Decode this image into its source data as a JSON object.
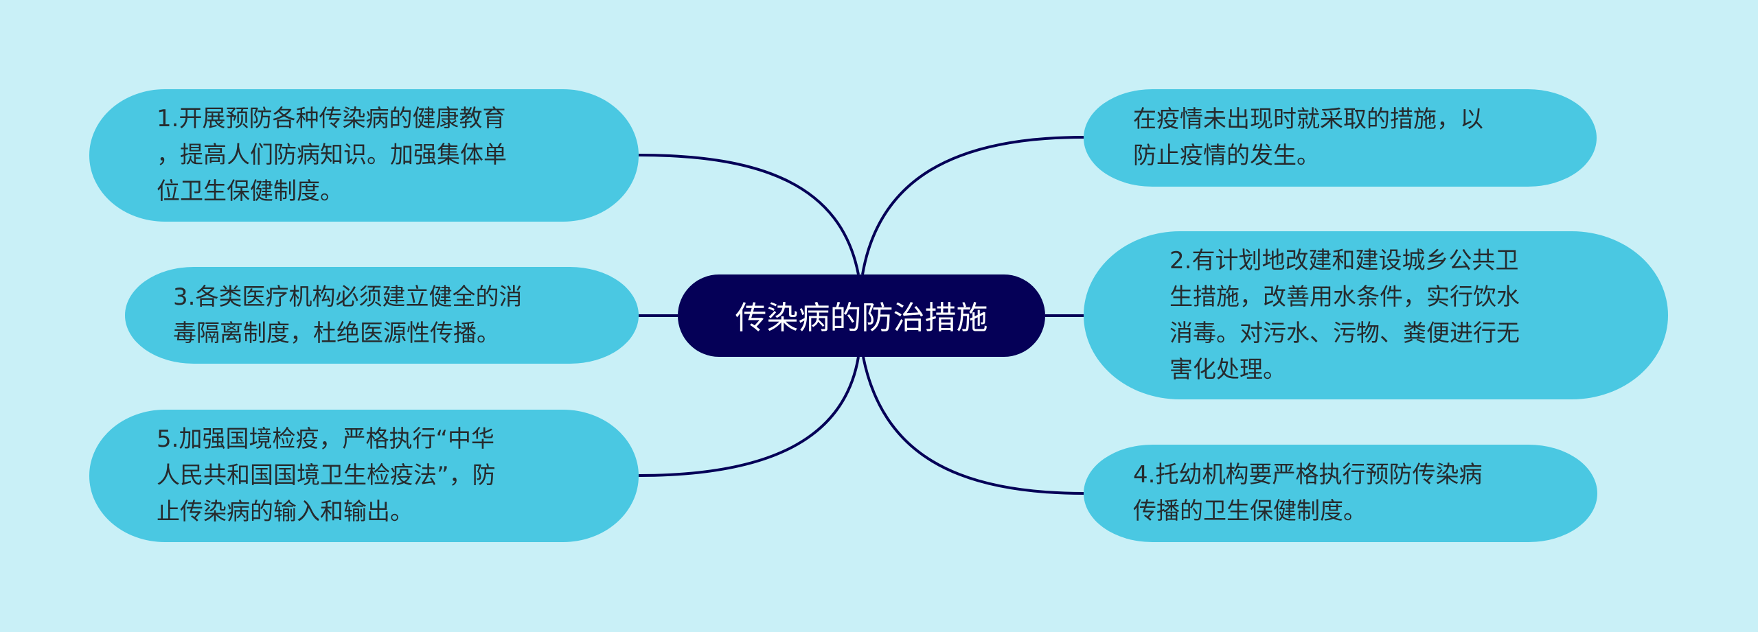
{
  "colors": {
    "background": "#C9F0F7",
    "center_fill": "#050057",
    "center_text": "#FFFFFF",
    "node_fill": "#4AC8E2",
    "node_text": "#262B2E",
    "connector": "#050057"
  },
  "mindmap": {
    "center": {
      "label": "传染病的防治措施"
    },
    "left_nodes": [
      {
        "id": "n1",
        "label": "1.开展预防各种传染病的健康教育\n，提高人们防病知识。加强集体单\n位卫生保健制度。"
      },
      {
        "id": "n3",
        "label": "3.各类医疗机构必须建立健全的消\n毒隔离制度，杜绝医源性传播。"
      },
      {
        "id": "n5",
        "label": "5.加强国境检疫，严格执行“中华\n人民共和国国境卫生检疫法”，防\n止传染病的输入和输出。"
      }
    ],
    "right_nodes": [
      {
        "id": "n0",
        "label": "在疫情未出现时就采取的措施，以\n防止疫情的发生。"
      },
      {
        "id": "n2",
        "label": "2.有计划地改建和建设城乡公共卫\n生措施，改善用水条件，实行饮水\n消毒。对污水、污物、粪便进行无\n害化处理。"
      },
      {
        "id": "n4",
        "label": "4.托幼机构要严格执行预防传染病\n传播的卫生保健制度。"
      }
    ]
  }
}
